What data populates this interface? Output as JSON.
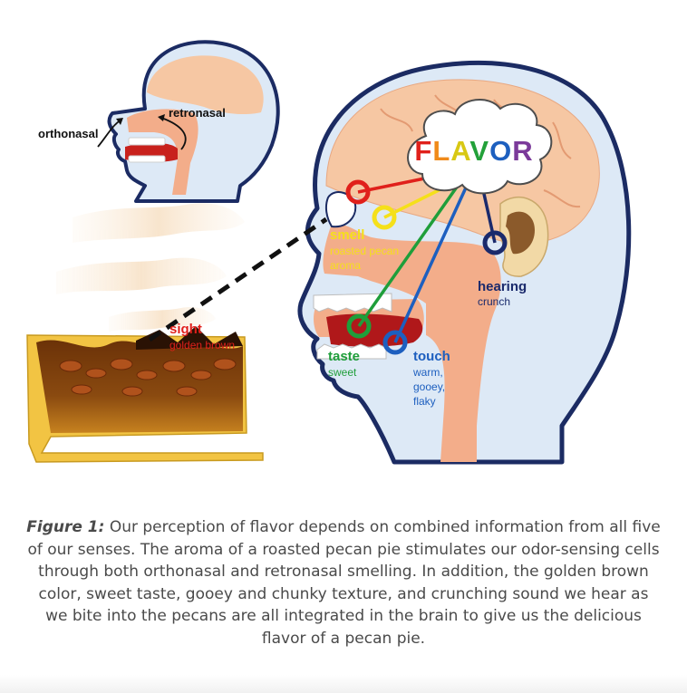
{
  "diagram": {
    "flavor_letters": [
      {
        "ch": "F",
        "color": "#e0201b"
      },
      {
        "ch": "L",
        "color": "#f08a1a"
      },
      {
        "ch": "A",
        "color": "#d8c814"
      },
      {
        "ch": "V",
        "color": "#23a13a"
      },
      {
        "ch": "O",
        "color": "#1d5fbf"
      },
      {
        "ch": "R",
        "color": "#7b3a9a"
      }
    ],
    "small_head": {
      "orthonasal": "orthonasal",
      "retronasal": "retronasal"
    },
    "senses": {
      "sight": {
        "label": "sight",
        "detail": "golden brown",
        "color": "#e0201b"
      },
      "smell": {
        "label": "smell",
        "detail_lines": [
          "roasted pecan",
          "aroma"
        ],
        "color": "#f5e01a"
      },
      "hearing": {
        "label": "hearing",
        "detail": "crunch",
        "color": "#1a2a6c"
      },
      "taste": {
        "label": "taste",
        "detail": "sweet",
        "color": "#1f9e3a"
      },
      "touch": {
        "label": "touch",
        "detail_lines": [
          "warm,",
          "gooey,",
          "flaky"
        ],
        "color": "#1d5fbf"
      }
    }
  },
  "caption": {
    "lead": "Figure 1:",
    "text": " Our perception of flavor depends on combined information from all five of our senses. The aroma of a roasted pecan pie stimulates our odor-sensing cells through both orthonasal and retronasal smelling. In addition, the golden brown color, sweet taste, gooey and chunky texture, and crunching sound we hear as we bite into the pecans are all integrated in the brain to give us the delicious flavor of a pecan pie."
  },
  "colors": {
    "head_outline": "#1b2b63",
    "head_fill": "#dde9f6",
    "brain": "#f6c7a3",
    "flesh": "#f3ad8a",
    "pie_crust": "#f2c443",
    "pie_filling": "#7a3f0e"
  }
}
